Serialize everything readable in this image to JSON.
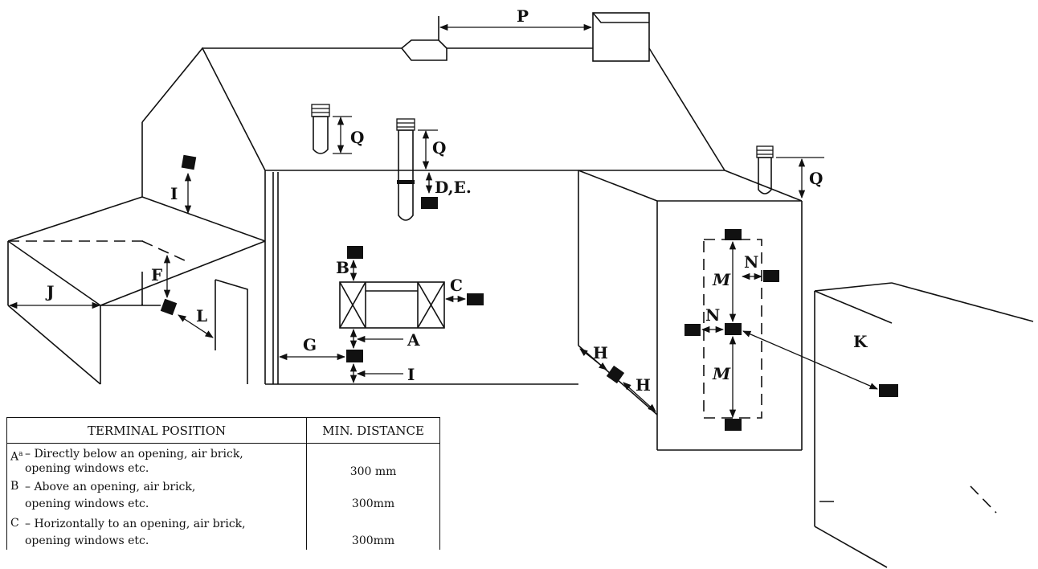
{
  "diagram": {
    "labels": {
      "P": "P",
      "Q": "Q",
      "DE": "D,E.",
      "I": "I",
      "J": "J",
      "F": "F",
      "L": "L",
      "B": "B",
      "C": "C",
      "A": "A",
      "G": "G",
      "H": "H",
      "M": "M",
      "N": "N",
      "K": "K"
    }
  },
  "table": {
    "headers": {
      "position": "TERMINAL POSITION",
      "distance": "MIN. DISTANCE"
    },
    "rows": [
      {
        "key": "A",
        "superscript": "a",
        "text": "– Directly below an opening, air brick,\nopening windows etc.",
        "distance": "300 mm"
      },
      {
        "key": "B",
        "superscript": "",
        "text": "– Above an opening, air brick,\nopening windows etc.",
        "distance": "300mm"
      },
      {
        "key": "C",
        "superscript": "",
        "text": "– Horizontally to an opening, air brick,\nopening windows etc.",
        "distance": "300mm"
      }
    ]
  }
}
